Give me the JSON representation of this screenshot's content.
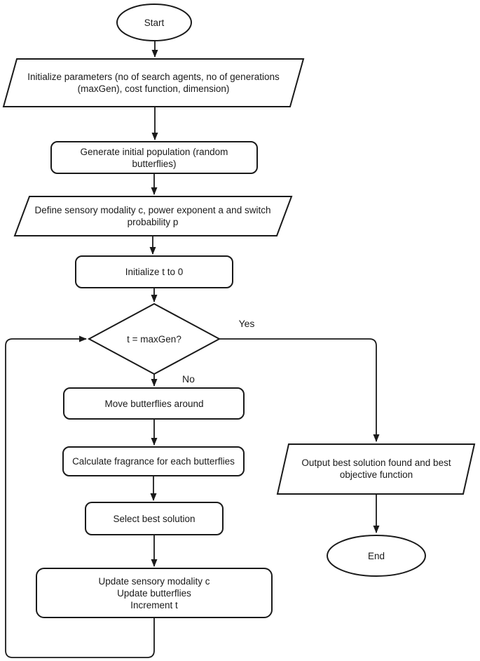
{
  "colors": {
    "stroke": "#1a1a1a",
    "background": "#ffffff",
    "node_fill": "#ffffff"
  },
  "nodes": {
    "start": {
      "type": "terminator",
      "label": "Start"
    },
    "init_params": {
      "type": "input-output",
      "lines": [
        "Initialize parameters (no of search agents, no of generations",
        "(maxGen), cost function, dimension)"
      ]
    },
    "generate_population": {
      "type": "process",
      "lines": [
        "Generate initial population (random",
        "butterflies)"
      ]
    },
    "define_modality": {
      "type": "input-output",
      "lines": [
        "Define sensory modality c, power exponent a and switch",
        "probability p"
      ]
    },
    "initialize_t": {
      "type": "process",
      "label": "Initialize t to 0"
    },
    "check_maxgen": {
      "type": "decision",
      "label": "t = maxGen?"
    },
    "move_butterflies": {
      "type": "process",
      "label": "Move butterflies around"
    },
    "calculate_fragrance": {
      "type": "process",
      "label": "Calculate fragrance for each butterflies"
    },
    "select_best": {
      "type": "process",
      "label": "Select best solution"
    },
    "update_loop": {
      "type": "process",
      "lines": [
        "Update sensory modality c",
        "Update butterflies",
        "Increment t"
      ]
    },
    "output_solution": {
      "type": "input-output",
      "lines": [
        "Output best solution found and best",
        "objective function"
      ]
    },
    "end": {
      "type": "terminator",
      "label": "End"
    }
  },
  "edge_labels": {
    "yes": "Yes",
    "no": "No"
  }
}
